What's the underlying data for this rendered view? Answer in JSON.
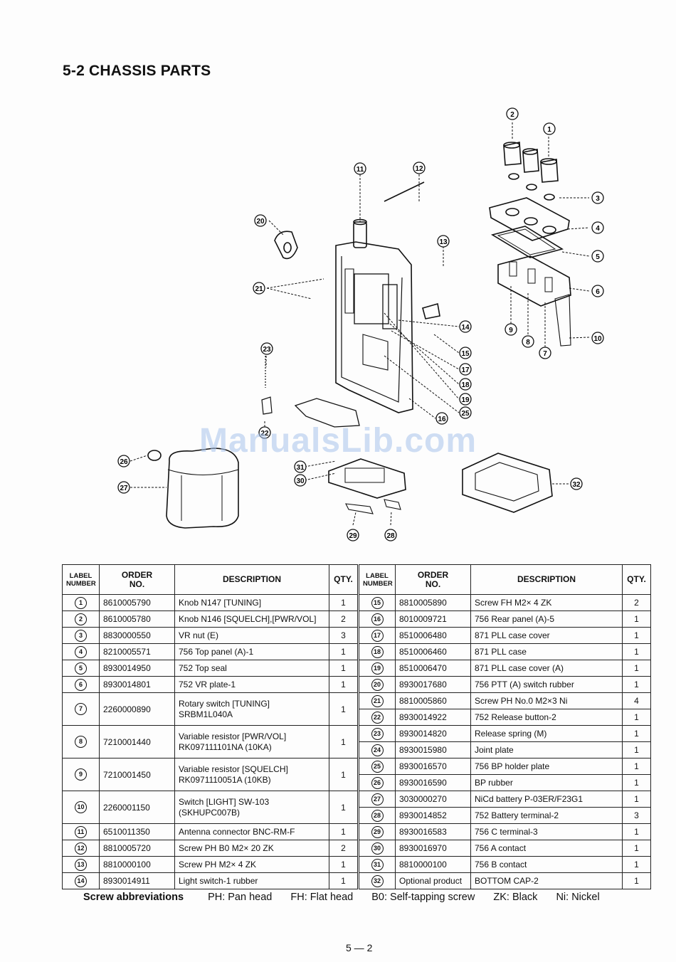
{
  "title": "5-2 CHASSIS PARTS",
  "watermark": "ManualsLib.com",
  "diagram_labels": [
    "1",
    "2",
    "3",
    "4",
    "5",
    "6",
    "7",
    "8",
    "9",
    "10",
    "11",
    "12",
    "13",
    "14",
    "15",
    "16",
    "17",
    "18",
    "19",
    "20",
    "21",
    "22",
    "23",
    "25",
    "26",
    "27",
    "28",
    "29",
    "30",
    "31",
    "32"
  ],
  "table": {
    "headers": {
      "label": [
        "LABEL",
        "NUMBER"
      ],
      "order": [
        "ORDER",
        "NO."
      ],
      "description": "DESCRIPTION",
      "qty": "QTY."
    },
    "left": [
      {
        "label": "1",
        "order": "8610005790",
        "desc": [
          "Knob N147 [TUNING]"
        ],
        "qty": "1"
      },
      {
        "label": "2",
        "order": "8610005780",
        "desc": [
          "Knob N146 [SQUELCH],[PWR/VOL]"
        ],
        "qty": "2"
      },
      {
        "label": "3",
        "order": "8830000550",
        "desc": [
          "VR nut (E)"
        ],
        "qty": "3"
      },
      {
        "label": "4",
        "order": "8210005571",
        "desc": [
          "756 Top panel (A)-1"
        ],
        "qty": "1"
      },
      {
        "label": "5",
        "order": "8930014950",
        "desc": [
          "752 Top seal"
        ],
        "qty": "1"
      },
      {
        "label": "6",
        "order": "8930014801",
        "desc": [
          "752 VR plate-1"
        ],
        "qty": "1"
      },
      {
        "label": "7",
        "order": "2260000890",
        "desc": [
          "Rotary switch [TUNING]",
          "SRBM1L040A"
        ],
        "qty": "1"
      },
      {
        "label": "8",
        "order": "7210001440",
        "desc": [
          "Variable resistor [PWR/VOL]",
          "RK097111101NA (10KA)"
        ],
        "qty": "1"
      },
      {
        "label": "9",
        "order": "7210001450",
        "desc": [
          "Variable resistor [SQUELCH]",
          "RK0971110051A (10KB)"
        ],
        "qty": "1"
      },
      {
        "label": "10",
        "order": "2260001150",
        "desc": [
          "Switch [LIGHT] SW-103",
          "(SKHUPC007B)"
        ],
        "qty": "1"
      },
      {
        "label": "11",
        "order": "6510011350",
        "desc": [
          "Antenna connector BNC-RM-F"
        ],
        "qty": "1"
      },
      {
        "label": "12",
        "order": "8810005720",
        "desc": [
          "Screw PH B0 M2× 20 ZK"
        ],
        "qty": "2"
      },
      {
        "label": "13",
        "order": "8810000100",
        "desc": [
          "Screw PH M2× 4 ZK"
        ],
        "qty": "1"
      },
      {
        "label": "14",
        "order": "8930014911",
        "desc": [
          "Light switch-1 rubber"
        ],
        "qty": "1"
      }
    ],
    "right": [
      {
        "label": "15",
        "order": "8810005890",
        "desc": "Screw FH M2× 4 ZK",
        "qty": "2"
      },
      {
        "label": "16",
        "order": "8010009721",
        "desc": "756 Rear panel (A)-5",
        "qty": "1"
      },
      {
        "label": "17",
        "order": "8510006480",
        "desc": "871 PLL case cover",
        "qty": "1"
      },
      {
        "label": "18",
        "order": "8510006460",
        "desc": "871 PLL case",
        "qty": "1"
      },
      {
        "label": "19",
        "order": "8510006470",
        "desc": "871 PLL case cover (A)",
        "qty": "1"
      },
      {
        "label": "20",
        "order": "8930017680",
        "desc": "756 PTT (A) switch rubber",
        "qty": "1"
      },
      {
        "label": "21",
        "order": "8810005860",
        "desc": "Screw PH No.0 M2×3 Ni",
        "qty": "4"
      },
      {
        "label": "22",
        "order": "8930014922",
        "desc": "752 Release button-2",
        "qty": "1"
      },
      {
        "label": "23",
        "order": "8930014820",
        "desc": "Release spring (M)",
        "qty": "1"
      },
      {
        "label": "24",
        "order": "8930015980",
        "desc": "Joint plate",
        "qty": "1"
      },
      {
        "label": "25",
        "order": "8930016570",
        "desc": "756 BP holder plate",
        "qty": "1"
      },
      {
        "label": "26",
        "order": "8930016590",
        "desc": "BP rubber",
        "qty": "1"
      },
      {
        "label": "27",
        "order": "3030000270",
        "desc": "NiCd battery P-03ER/F23G1",
        "qty": "1"
      },
      {
        "label": "28",
        "order": "8930014852",
        "desc": "752 Battery terminal-2",
        "qty": "3"
      },
      {
        "label": "29",
        "order": "8930016583",
        "desc": "756 C terminal-3",
        "qty": "1"
      },
      {
        "label": "30",
        "order": "8930016970",
        "desc": "756 A contact",
        "qty": "1"
      },
      {
        "label": "31",
        "order": "8810000100",
        "desc": "756 B contact",
        "qty": "1"
      },
      {
        "label": "32",
        "order": "Optional product",
        "desc": "BOTTOM CAP-2",
        "qty": "1"
      }
    ]
  },
  "abbreviations": {
    "title": "Screw abbreviations",
    "items": [
      "PH: Pan head",
      "FH: Flat head",
      "B0: Self-tapping screw",
      "ZK: Black",
      "Ni: Nickel"
    ]
  },
  "page_number": "5 — 2"
}
